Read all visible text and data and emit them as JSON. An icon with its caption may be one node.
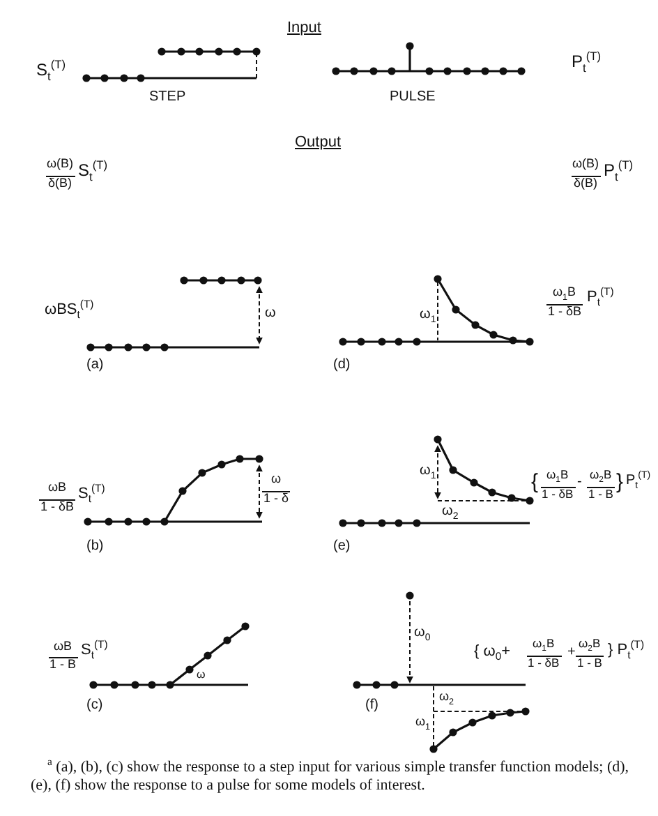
{
  "diagram": {
    "caption": "$^{a}$ (a), (b), (c) show the response to a step input for various simple transfer function models; (d), (e), (f) show the response to a pulse for some models of interest.",
    "labels": [
      "Input",
      "S$_{t}$$^{(T)}$",
      "STEP",
      "PULSE",
      "P$_{t}$$^{(T)}$",
      "Output",
      "ω(B)",
      "δ(B)",
      "S$_{t}$$^{(T)}$",
      "ω(B)",
      "δ(B)",
      "P$_{t}$$^{(T)}$",
      "ωBS$_{t}$$^{(T)}$",
      "ω",
      "(a)",
      "ω$_{1}$",
      "ω$_{1}$B",
      "1 - δB",
      "P$_{t}$$^{(T)}$",
      "(d)",
      "ωB",
      "1 - δB",
      "S$_{t}$$^{(T)}$",
      "ω",
      "1 - δ",
      "(b)",
      "ω$_{1}$",
      "ω$_{2}$",
      "{",
      "ω$_{1}$B",
      "1 - δB",
      "-",
      "ω$_{2}$B",
      "1 - B",
      "}",
      "P$_{t}$$^{(T)}$",
      "(e)",
      "ωB",
      "1 - B",
      "S$_{t}$$^{(T)}$",
      "ω",
      "(c)",
      "ω$_{0}$",
      "{ ω$_{0}$+",
      "ω$_{1}$B",
      "1 - δB",
      "+",
      "ω$_{2}$B",
      "1 - B",
      "} P$_{t}$$^{(T)}$",
      "ω$_{2}$",
      "ω$_{1}$",
      "(f)"
    ]
  }
}
